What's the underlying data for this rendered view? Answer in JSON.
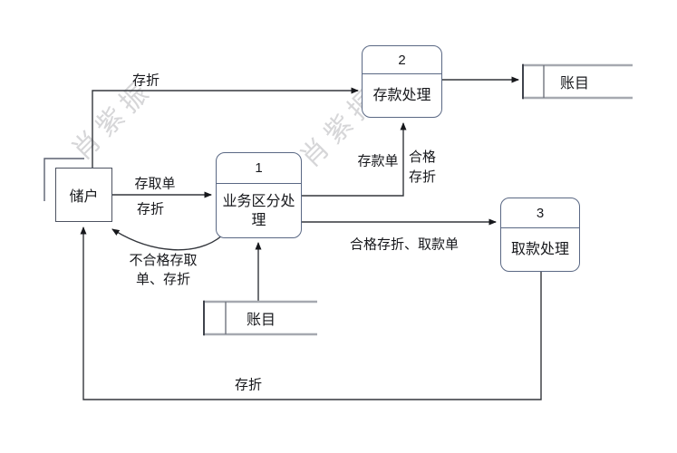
{
  "watermark": {
    "text": "肖紫振"
  },
  "entity": {
    "label": "储户"
  },
  "processes": [
    {
      "num": "1",
      "label": "业务区分处理"
    },
    {
      "num": "2",
      "label": "存款处理"
    },
    {
      "num": "3",
      "label": "取款处理"
    }
  ],
  "stores": [
    {
      "label": "账目"
    },
    {
      "label": "账目"
    }
  ],
  "flows": {
    "passbook_top": "存折",
    "slip_line1": "存取单",
    "slip_line2": "存折",
    "unqualified_line1": "不合格存取",
    "unqualified_line2": "单、存折",
    "deposit_slip": "存款单",
    "qualified_line1": "合格",
    "qualified_line2": "存折",
    "qualified_withdrawal": "合格存折、取款单",
    "passbook_bottom": "存折"
  }
}
